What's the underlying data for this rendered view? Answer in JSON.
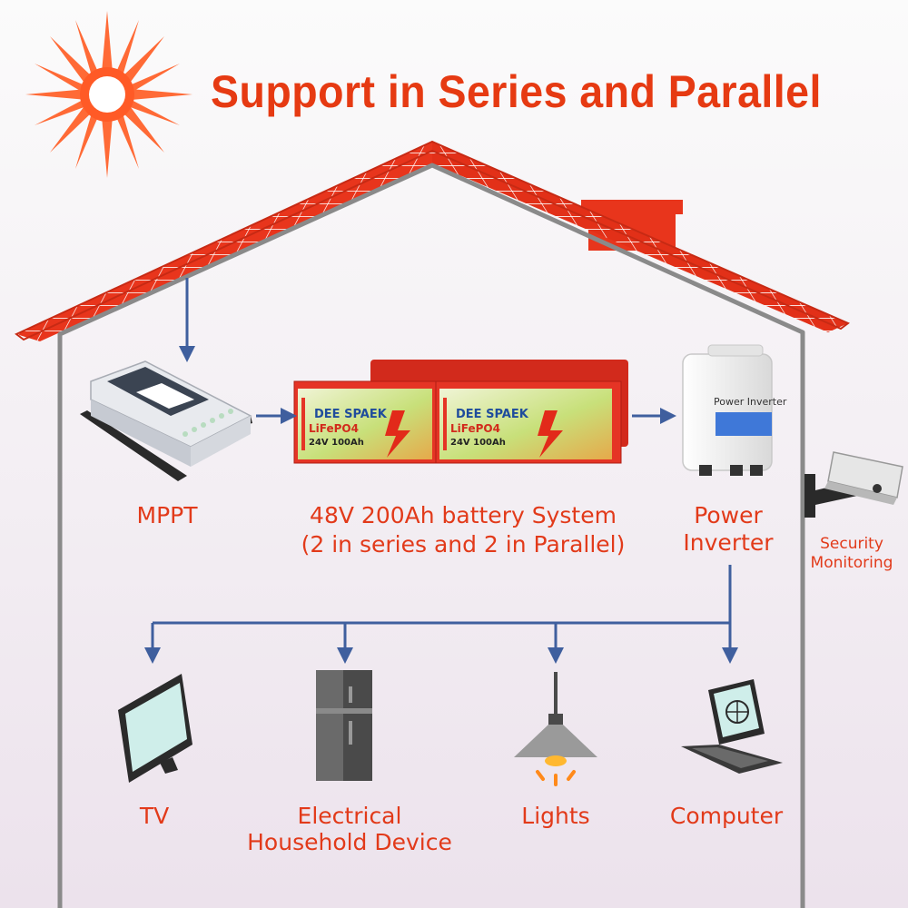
{
  "title": "Support in Series and Parallel",
  "battery": {
    "brand": "DEE SPAEK",
    "chemistry": "LiFePO4",
    "rating": "24V 100Ah"
  },
  "inverter_device_text": "Power Inverter",
  "labels": {
    "mppt": "MPPT",
    "battery_line1": "48V 200Ah battery System",
    "battery_line2": "(2 in series and 2 in Parallel)",
    "inverter_line1": "Power",
    "inverter_line2": "Inverter",
    "security_line1": "Security",
    "security_line2": "Monitoring",
    "tv": "TV",
    "device_line1": "Electrical",
    "device_line2": "Household Device",
    "lights": "Lights",
    "computer": "Computer"
  },
  "colors": {
    "title": "#e63a12",
    "label": "#e23a1a",
    "arrow": "#3f5f9e",
    "house_outline": "#8a8a8a",
    "roof": "#e8351c",
    "sun": "#ff5a26"
  },
  "icons": [
    "sun-icon",
    "solar-roof-icon",
    "mppt-controller-icon",
    "battery-pack-icon",
    "power-inverter-icon",
    "security-camera-icon",
    "tv-icon",
    "refrigerator-icon",
    "ceiling-lamp-icon",
    "laptop-icon"
  ]
}
